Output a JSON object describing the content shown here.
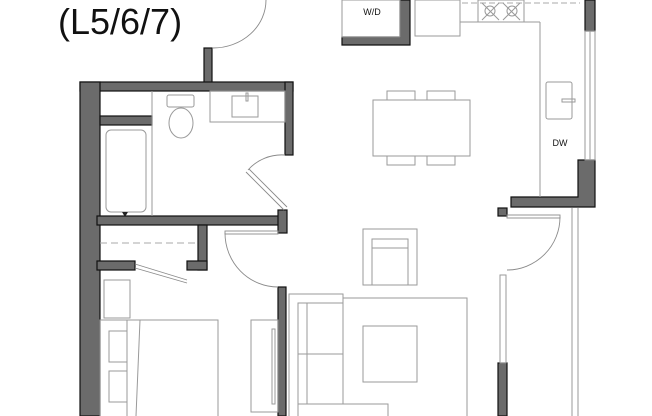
{
  "plan": {
    "title": "(L5/6/7)",
    "labels": {
      "washer_dryer": "W/D",
      "dishwasher": "DW"
    },
    "colors": {
      "wall": "#6b6b6b",
      "fixture_line": "#9a9a9a",
      "background": "#ffffff"
    }
  }
}
